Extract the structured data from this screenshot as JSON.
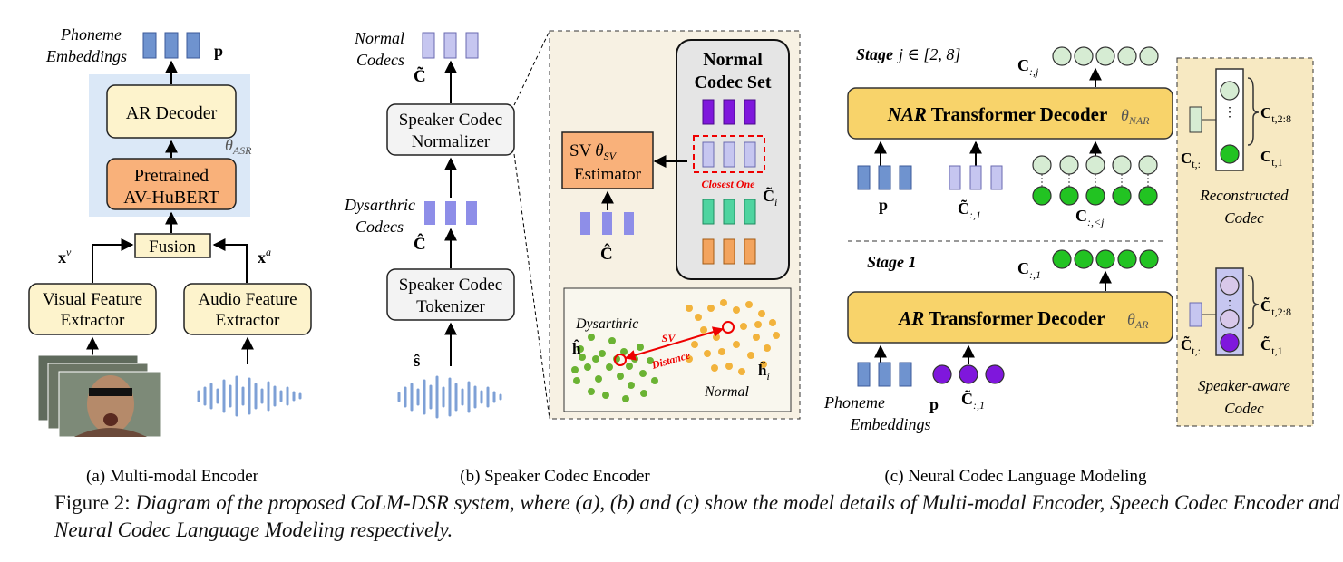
{
  "panel_a": {
    "phoneme_embeddings_label": [
      "Phoneme",
      "Embeddings"
    ],
    "p_symbol": "p",
    "ar_decoder": "AR Decoder",
    "theta_asr": "θ",
    "theta_asr_sub": "ASR",
    "pretrained": [
      "Pretrained",
      "AV-HuBERT"
    ],
    "fusion": "Fusion",
    "xv": "x",
    "xv_sup": "v",
    "xa": "x",
    "xa_sup": "a",
    "visual_extractor": [
      "Visual Feature",
      "Extractor"
    ],
    "audio_extractor": [
      "Audio Feature",
      "Extractor"
    ],
    "caption": "(a) Multi-modal Encoder"
  },
  "panel_b": {
    "normal_codecs_label": [
      "Normal",
      "Codecs"
    ],
    "c_tilde": "C̃",
    "normalizer": [
      "Speaker Codec",
      "Normalizer"
    ],
    "dysarthric_codecs_label": [
      "Dysarthric",
      "Codecs"
    ],
    "c_hat": "Ĉ",
    "tokenizer": [
      "Speaker Codec",
      "Tokenizer"
    ],
    "s_hat": "ŝ",
    "sv_estimator_a": "SV",
    "sv_theta": "θ",
    "sv_theta_sub": "SV",
    "sv_estimator_b": "Estimator",
    "codec_set_title": [
      "Normal",
      "Codec Set"
    ],
    "closest_one": "Closest One",
    "c_tilde_i": "C̃",
    "c_tilde_i_sub": "i",
    "c_hat_2": "Ĉ",
    "dysarthric_cluster": "Dysarthric",
    "h_hat": "ĥ",
    "sv_distance": [
      "SV",
      "Distance"
    ],
    "h_tilde_i": "h̃",
    "h_tilde_i_sub": "i",
    "normal_cluster": "Normal",
    "caption": "(b) Speaker Codec Encoder"
  },
  "panel_c": {
    "stage_j": "Stage",
    "stage_j_expr": "j ∈ [2, 8]",
    "c_j": "C",
    "c_j_sub": ":,j",
    "nar_decoder_a": "NAR",
    "nar_decoder_b": " Transformer Decoder",
    "theta_nar": "θ",
    "theta_nar_sub": "NAR",
    "p_symbol": "p",
    "c1_tilde": "C̃",
    "c1_tilde_sub": ":,1",
    "c_lt_j": "C",
    "c_lt_j_sub": ":,<j",
    "stage_1": "Stage 1",
    "c_1": "C",
    "c_1_sub": ":,1",
    "ar_decoder_a": "AR",
    "ar_decoder_b": " Transformer Decoder",
    "theta_ar": "θ",
    "theta_ar_sub": "AR",
    "phoneme_embeddings_label": [
      "Phoneme",
      "Embeddings"
    ],
    "c1_tilde_b": "C̃",
    "c1_tilde_b_sub": ":,1",
    "caption": "(c) Neural Codec Language Modeling"
  },
  "side": {
    "c_t28": "C",
    "c_t28_sub": "t,2:8",
    "c_t_colon": "C",
    "c_t_colon_sub": "t,:",
    "c_t1": "C",
    "c_t1_sub": "t,1",
    "reconstructed": [
      "Reconstructed",
      "Codec"
    ],
    "ct28_tilde": "C̃",
    "ct28_tilde_sub": "t,2:8",
    "ct_colon_tilde": "C̃",
    "ct_colon_tilde_sub": "t,:",
    "ct1_tilde": "C̃",
    "ct1_tilde_sub": "t,1",
    "speaker_aware": [
      "Speaker-aware",
      "Codec"
    ]
  },
  "figure_caption": {
    "label": "Figure 2: ",
    "text": "Diagram of the proposed CoLM-DSR system, where (a), (b) and (c) show the model details of Multi-modal Encoder, Speech Codec Encoder and Neural Codec Language Modeling respectively."
  },
  "colors": {
    "box_fill": "#fdf3cc",
    "box_fill_gray": "#f3f3f3",
    "orange": "#f9b17a",
    "blue_panel": "#dbe8f7",
    "decoder_fill": "#f8d36a",
    "embed_blue": "#6f93cf",
    "codec_lilac": "#c6c6f0",
    "green": "#22c322",
    "light_green": "#d6ecd3",
    "purple": "#7f17dc",
    "teal": "#4fd4a0",
    "light_orange": "#f3a45e",
    "dashed_bg": "#f7f1e3",
    "set_bg": "#e5e5e5"
  }
}
